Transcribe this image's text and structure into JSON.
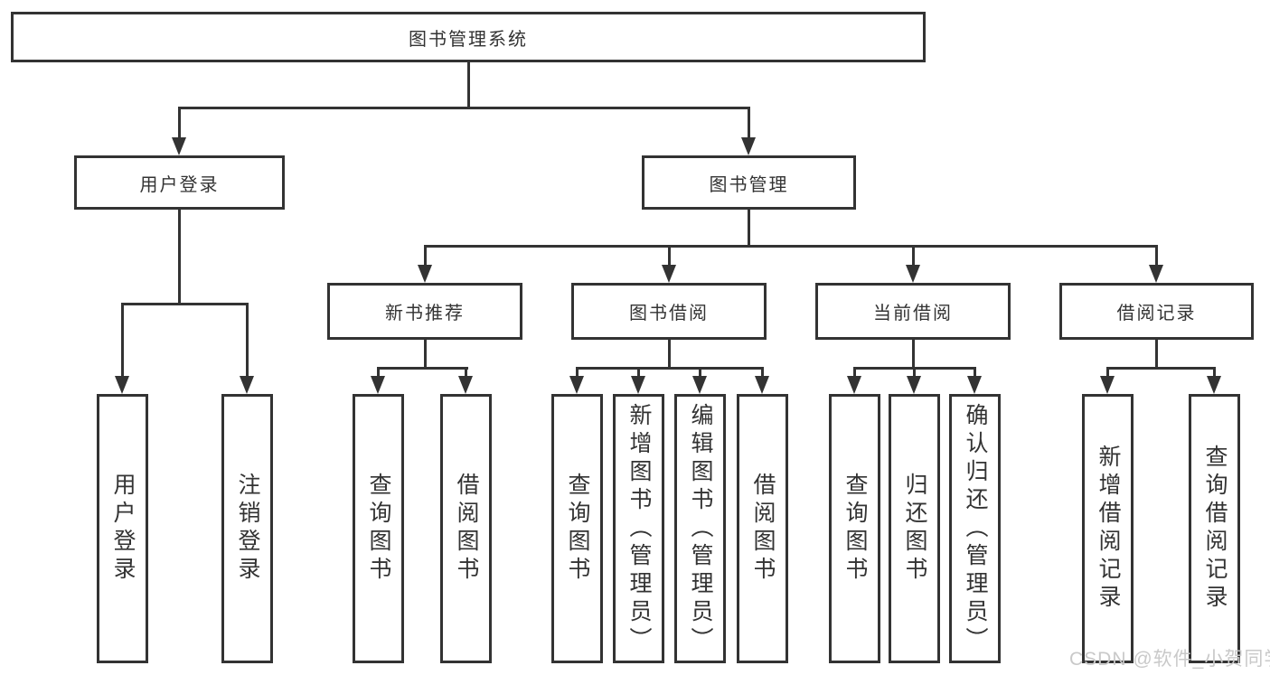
{
  "colors": {
    "line": "#333333",
    "text": "#333333",
    "background": "#ffffff",
    "watermark": "#c9c9c9"
  },
  "tree": {
    "root": {
      "label": "图书管理系统"
    },
    "level2": [
      {
        "label": "用户登录"
      },
      {
        "label": "图书管理"
      }
    ],
    "level3": [
      {
        "label": "新书推荐"
      },
      {
        "label": "图书借阅"
      },
      {
        "label": "当前借阅"
      },
      {
        "label": "借阅记录"
      }
    ],
    "leaves": {
      "user_login": [
        {
          "label": "用户登录"
        },
        {
          "label": "注销登录"
        }
      ],
      "new_book": [
        {
          "label": "查询图书"
        },
        {
          "label": "借阅图书"
        }
      ],
      "book_borrow": [
        {
          "label": "查询图书"
        },
        {
          "label": "新增图书（管理员）"
        },
        {
          "label": "编辑图书（管理员）"
        },
        {
          "label": "借阅图书"
        }
      ],
      "current_borrow": [
        {
          "label": "查询图书"
        },
        {
          "label": "归还图书"
        },
        {
          "label": "确认归还（管理员）"
        }
      ],
      "borrow_record": [
        {
          "label": "新增借阅记录"
        },
        {
          "label": "查询借阅记录"
        }
      ]
    }
  },
  "watermark": {
    "text": "CSDN @软件_小贺同学"
  }
}
